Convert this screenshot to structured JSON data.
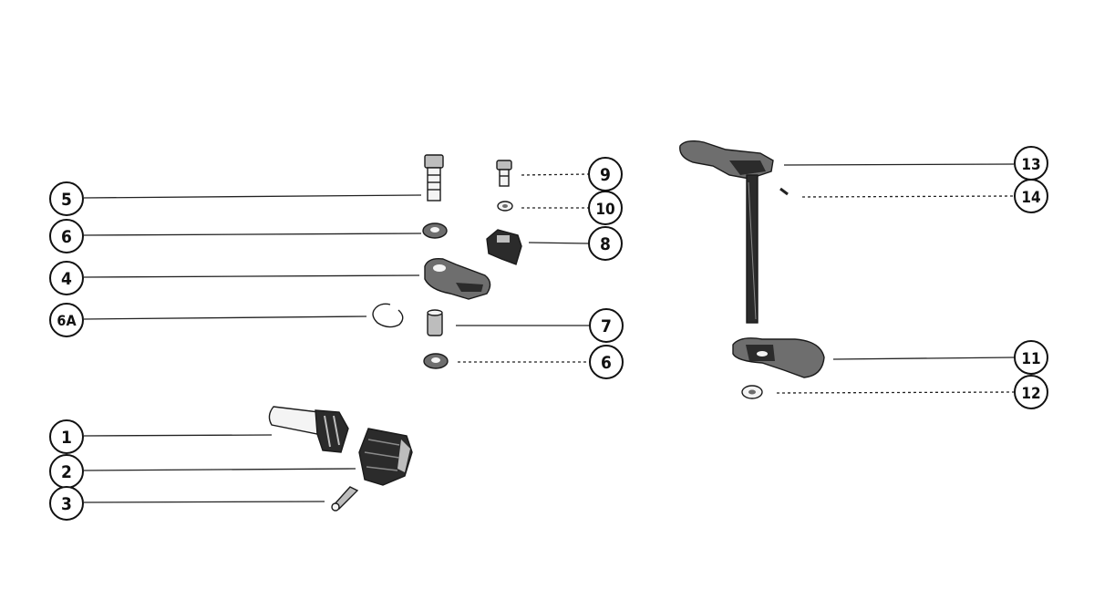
{
  "callouts": {
    "c5": "5",
    "c6_top": "6",
    "c4": "4",
    "c6a": "6A",
    "c1": "1",
    "c2": "2",
    "c3": "3",
    "c9": "9",
    "c10": "10",
    "c8": "8",
    "c7": "7",
    "c6_bottom": "6",
    "c13": "13",
    "c14": "14",
    "c11": "11",
    "c12": "12"
  }
}
